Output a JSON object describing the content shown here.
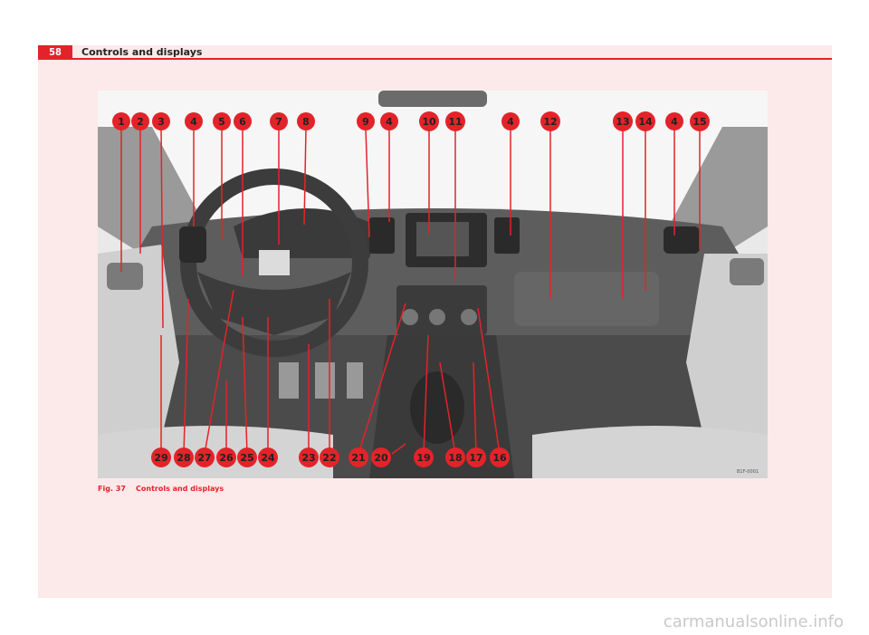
{
  "header": {
    "page_number": "58",
    "section_title": "Controls and displays"
  },
  "figure": {
    "caption_label": "Fig. 37",
    "caption_text": "Controls and displays",
    "code": "B1F-0001",
    "top_callouts": [
      "1",
      "2",
      "3",
      "4",
      "5",
      "6",
      "7",
      "8",
      "9",
      "4",
      "10",
      "11",
      "4",
      "12",
      "13",
      "14",
      "4",
      "15"
    ],
    "bottom_callouts": [
      "29",
      "28",
      "27",
      "26",
      "25",
      "24",
      "23",
      "22",
      "21",
      "20",
      "19",
      "18",
      "17",
      "16"
    ]
  },
  "watermark": "carmanualsonline.info",
  "colors": {
    "accent": "#e3232a",
    "page_tint": "#fce9e9"
  }
}
